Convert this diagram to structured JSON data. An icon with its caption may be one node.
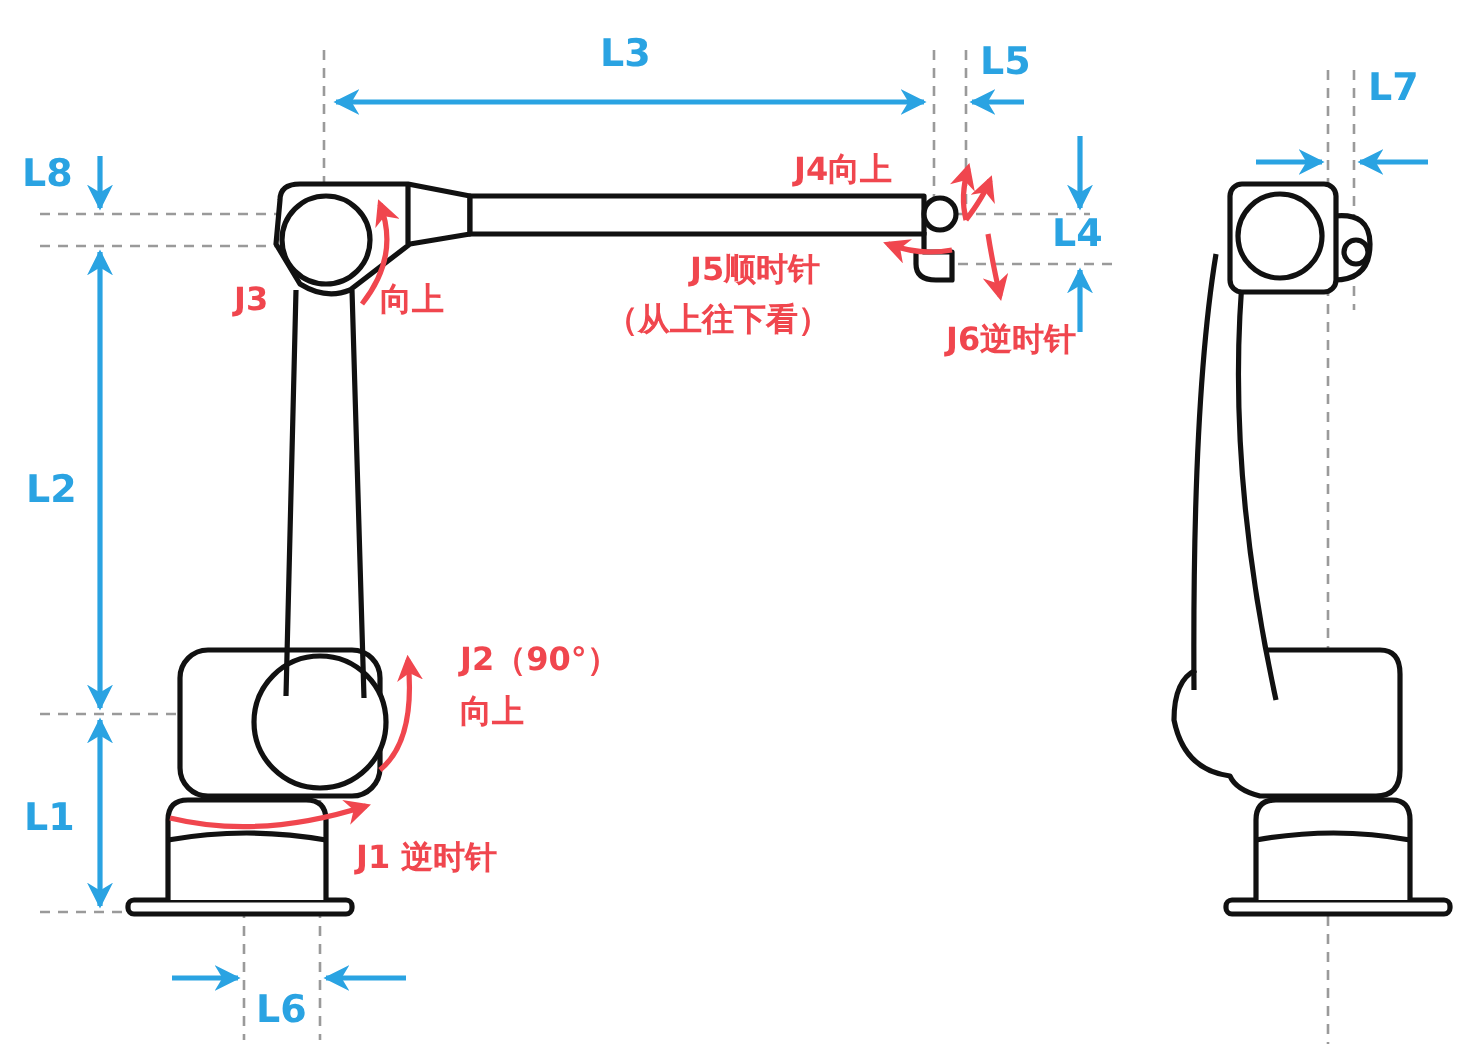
{
  "diagram": {
    "labels": [
      "L3",
      "L5",
      "L7",
      "L8",
      "J4向上",
      "L4",
      "J5顺时针",
      "J3",
      "向上",
      "（从上往下看）",
      "J6逆时针",
      "L2",
      "J2（90°）",
      "向上",
      "L1",
      "J1 逆时针",
      "L6"
    ]
  }
}
